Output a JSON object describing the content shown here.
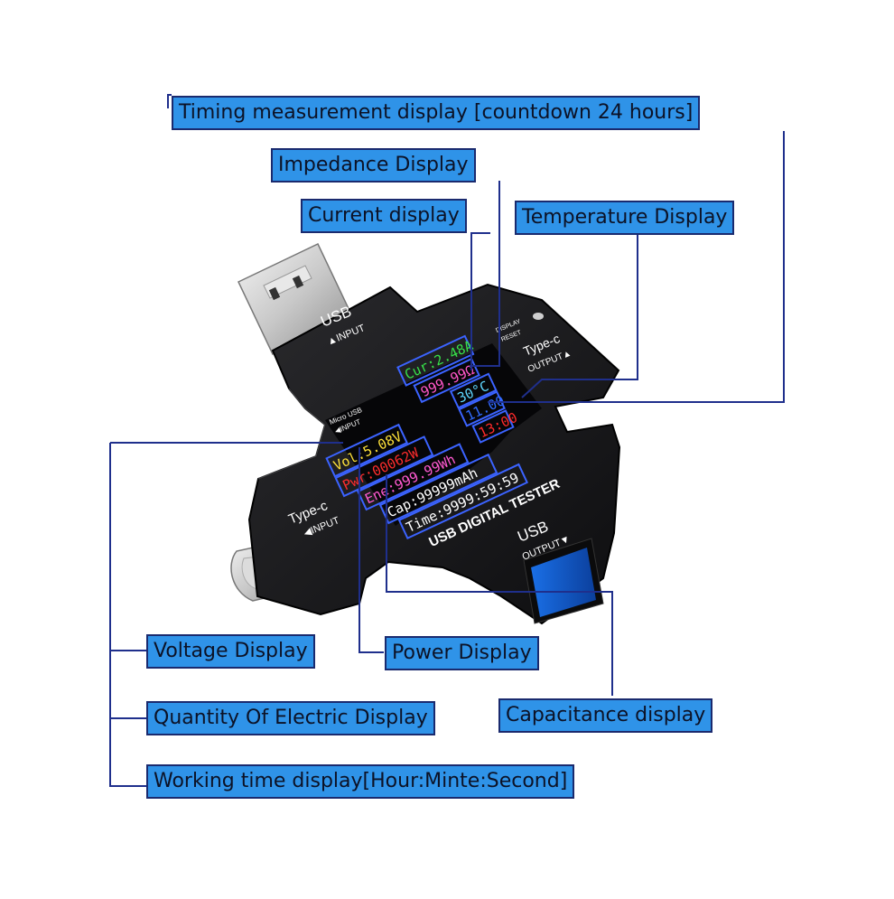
{
  "callouts": {
    "timing": "Timing measurement display [countdown 24 hours]",
    "impedance": "Impedance Display",
    "current": "Current display",
    "temperature": "Temperature Display",
    "voltage": "Voltage Display",
    "power": "Power Display",
    "quantity": "Quantity Of Electric Display",
    "capacitance": "Capacitance display",
    "working_time": "Working time display[Hour:Minte:Second]"
  },
  "device": {
    "usb_input_title": "USB",
    "usb_input_sub": "▲INPUT",
    "typec_output_title": "Type-c",
    "typec_output_sub": "OUTPUT▲",
    "display_label": "DISPLAY",
    "reset_label": "RESET",
    "micro_usb_title": "Micro USB",
    "micro_usb_sub": "◀INPUT",
    "typec_input_title": "Type-c",
    "typec_input_sub": "◀INPUT",
    "usb_output_title": "USB",
    "usb_output_sub": "OUTPUT▼",
    "tester_title": "USB DIGITAL TESTER"
  },
  "screen": {
    "current": "Cur:2.48A",
    "impedance": "999.99Ω",
    "temperature": "30°C",
    "mode": "11.00",
    "timer": "13:00",
    "voltage": "Vol:5.08V",
    "power": "Pwr:00062W",
    "energy": "Ene:999.99Wh",
    "capacity": "Cap:99999mAh",
    "time": "Time:9999:59:59"
  },
  "colors": {
    "callout_fill": "#2f93e8",
    "callout_border": "#1a2a6e",
    "device_body": "#1b1b1d",
    "current_text": "#37e04a",
    "impedance_text": "#ff57c8",
    "temperature_text": "#5ed6ff",
    "mode_text": "#2f6bff",
    "timer_text": "#ff2a2a",
    "voltage_text": "#ffe23a",
    "power_text": "#ff2d2d",
    "energy_text": "#ff5ad1",
    "capacity_text": "#ffffff",
    "time_text": "#ffffff"
  }
}
